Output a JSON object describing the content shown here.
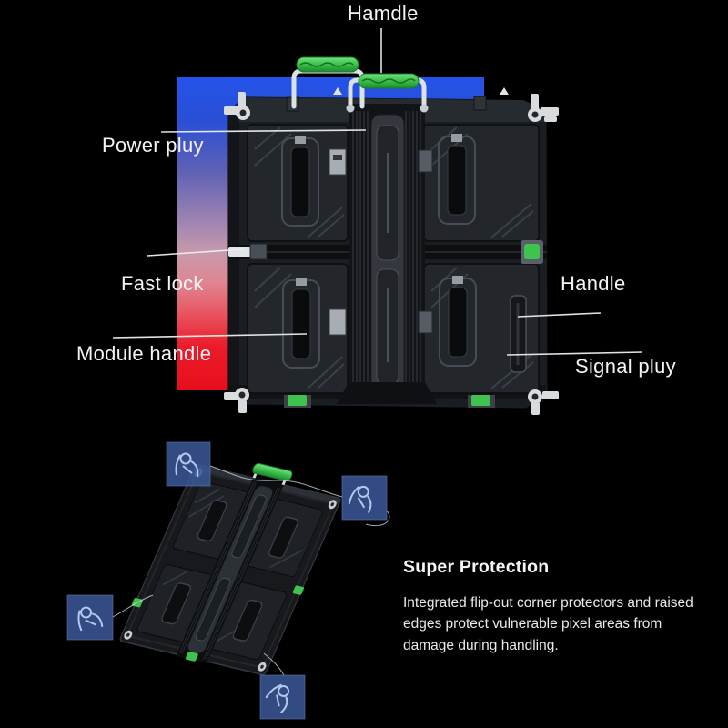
{
  "scene": {
    "background": "#000000",
    "pointer_line_color": "#eceff1"
  },
  "colors": {
    "gradient_top": "#2353e8",
    "gradient_bottom": "#e80e1c",
    "green": "#3fc24e",
    "metal": "#d8dcde",
    "marker_blue": "#3a5796",
    "marker_icon": "#bdd0f4"
  },
  "top_view": {
    "callouts": [
      {
        "id": "handle-top",
        "label": "Hamdle"
      },
      {
        "id": "power-plug",
        "label": "Power pluy"
      },
      {
        "id": "fast-lock",
        "label": "Fast lock"
      },
      {
        "id": "module-handle",
        "label": "Module handle"
      },
      {
        "id": "side-handle",
        "label": "Handle"
      },
      {
        "id": "signal-plug",
        "label": "Signal pluy"
      }
    ]
  },
  "bottom_view": {
    "heading": "Super Protection",
    "description": "Integrated flip-out corner protectors and raised edges protect vulnerable pixel areas from damage during handling."
  }
}
